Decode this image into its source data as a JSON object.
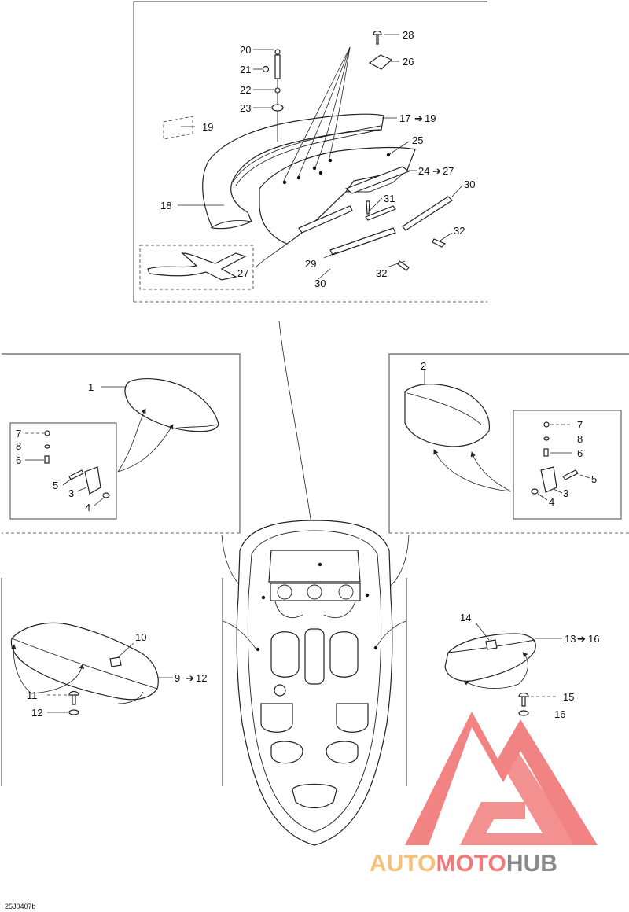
{
  "diagram": {
    "code": "25J0407b",
    "watermark": {
      "part1": "AUTO",
      "part2": "MOTO",
      "part3": "HUB",
      "colors": {
        "auto": "#f5c07a",
        "moto": "#f07a7a",
        "hub": "#8a8a8a",
        "logo": "#f06e6e"
      }
    },
    "callouts": {
      "c1": "1",
      "c2": "2",
      "c3a": "3",
      "c3b": "3",
      "c4a": "4",
      "c4b": "4",
      "c5a": "5",
      "c5b": "5",
      "c6a": "6",
      "c6b": "6",
      "c7a": "7",
      "c7b": "7",
      "c8a": "8",
      "c8b": "8",
      "c9": "9",
      "c10": "10",
      "c11": "11",
      "c12": "12",
      "c12b": "12",
      "c13": "13",
      "c14": "14",
      "c15": "15",
      "c16": "16",
      "c16b": "16",
      "c17": "17",
      "c18": "18",
      "c19a": "19",
      "c19b": "19",
      "c20": "20",
      "c21": "21",
      "c22": "22",
      "c23": "23",
      "c24": "24",
      "c25": "25",
      "c26": "26",
      "c27a": "27",
      "c27b": "27",
      "c28": "28",
      "c29": "29",
      "c30a": "30",
      "c30b": "30",
      "c31": "31",
      "c32a": "32",
      "c32b": "32"
    }
  }
}
